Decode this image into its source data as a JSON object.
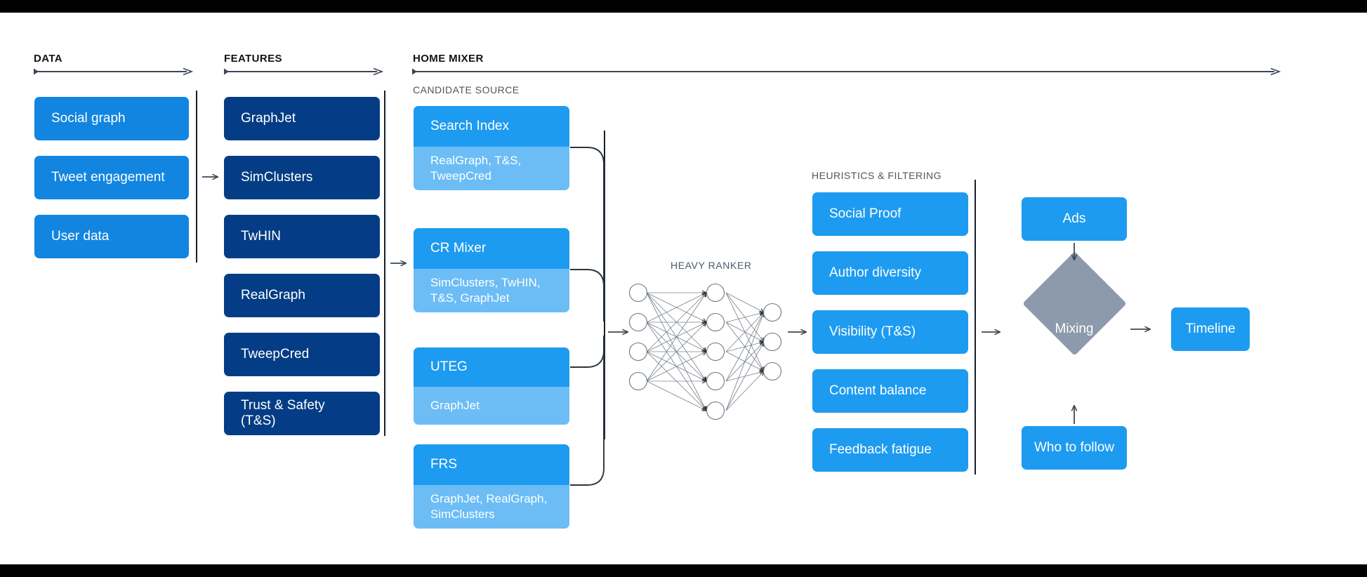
{
  "sections": [
    {
      "id": "data",
      "label": "DATA"
    },
    {
      "id": "features",
      "label": "FEATURES"
    },
    {
      "id": "homemixer",
      "label": "HOME MIXER"
    }
  ],
  "subheads": {
    "candidate_source": "CANDIDATE SOURCE",
    "heuristics": "HEURISTICS & FILTERING",
    "heavy_ranker": "HEAVY RANKER"
  },
  "colors": {
    "light_blue": "#1185e0",
    "brand_blue": "#1d9bf0",
    "pale_blue": "#6cbdf5",
    "navy": "#043d85",
    "slate": "#8c9aab",
    "rule": "#16202a",
    "connector": "#3d4752"
  },
  "data_column": {
    "items": [
      {
        "label": "Social graph"
      },
      {
        "label": "Tweet engagement"
      },
      {
        "label": "User data"
      }
    ]
  },
  "features_column": {
    "items": [
      {
        "label": "GraphJet"
      },
      {
        "label": "SimClusters"
      },
      {
        "label": "TwHIN"
      },
      {
        "label": "RealGraph"
      },
      {
        "label": "TweepCred"
      },
      {
        "label": "Trust & Safety (T&S)"
      }
    ]
  },
  "candidate_sources": [
    {
      "title": "Search Index",
      "features": "RealGraph, T&S,\nTweepCred"
    },
    {
      "title": "CR Mixer",
      "features": "SimClusters, TwHIN,\nT&S, GraphJet"
    },
    {
      "title": "UTEG",
      "features": "GraphJet"
    },
    {
      "title": "FRS",
      "features": "GraphJet, RealGraph,\nSimClusters"
    }
  ],
  "heavy_ranker": {
    "label": "HEAVY RANKER",
    "layers": [
      4,
      5,
      3
    ]
  },
  "heuristics_column": {
    "items": [
      {
        "label": "Social Proof"
      },
      {
        "label": "Author diversity"
      },
      {
        "label": "Visibility (T&S)"
      },
      {
        "label": "Content balance"
      },
      {
        "label": "Feedback fatigue"
      }
    ]
  },
  "output_stage": {
    "ads": "Ads",
    "mixing": "Mixing",
    "who_to_follow": "Who to follow",
    "timeline": "Timeline"
  }
}
